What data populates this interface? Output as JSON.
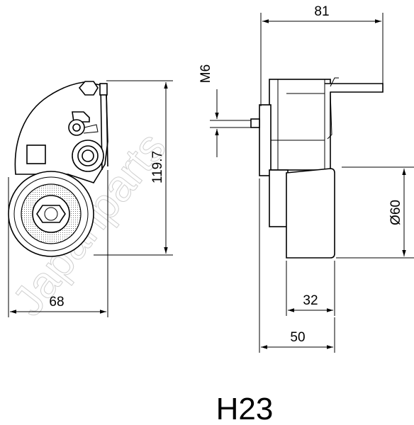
{
  "watermark": "Japanparts",
  "part_code": "H23",
  "dimensions": {
    "width_68": "68",
    "height_119_7": "119.7",
    "top_81": "81",
    "thread_m6": "M6",
    "diameter_60": "Ø60",
    "width_32": "32",
    "width_50": "50"
  }
}
